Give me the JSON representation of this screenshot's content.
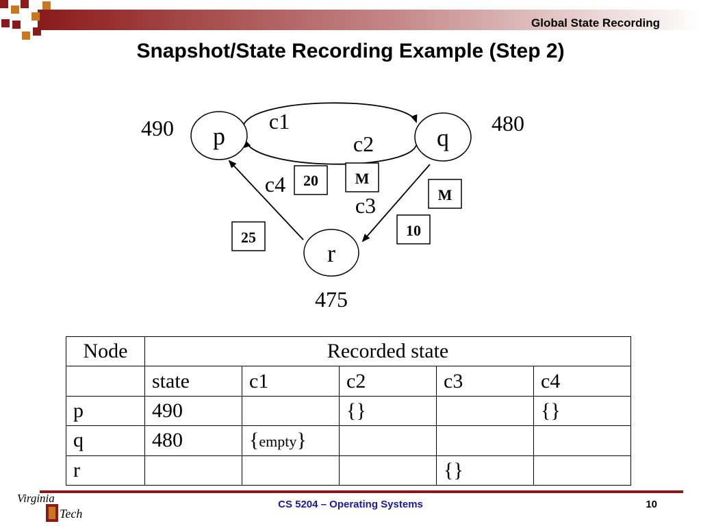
{
  "header": {
    "section_title": "Global State Recording",
    "slide_title": "Snapshot/State Recording Example (Step 2)"
  },
  "diagram": {
    "nodes": [
      {
        "id": "p",
        "label": "p",
        "value": "490"
      },
      {
        "id": "q",
        "label": "q",
        "value": "480"
      },
      {
        "id": "r",
        "label": "r",
        "value": "475"
      }
    ],
    "channels": [
      {
        "name": "c1",
        "from": "p",
        "to": "q"
      },
      {
        "name": "c2",
        "from": "q",
        "to": "p"
      },
      {
        "name": "c3",
        "from": "q",
        "to": "r"
      },
      {
        "name": "c4",
        "from": "r",
        "to": "p"
      }
    ],
    "messages": [
      {
        "id": "m20",
        "label": "20"
      },
      {
        "id": "mM1",
        "label": "M"
      },
      {
        "id": "mM2",
        "label": "M"
      },
      {
        "id": "m10",
        "label": "10"
      },
      {
        "id": "m25",
        "label": "25"
      }
    ]
  },
  "table": {
    "header": {
      "node": "Node",
      "recorded": "Recorded state"
    },
    "subheader": [
      "",
      "state",
      "c1",
      "c2",
      "c3",
      "c4"
    ],
    "rows": [
      {
        "node": "p",
        "state": "490",
        "c1": "",
        "c2": "{}",
        "c3": "",
        "c4": "{}"
      },
      {
        "node": "q",
        "state": "480",
        "c1_open": "{",
        "c1_empty": "empty",
        "c1_close": "}",
        "c2": "",
        "c3": "",
        "c4": ""
      },
      {
        "node": "r",
        "state": "",
        "c1": "",
        "c2": "",
        "c3": "{}",
        "c4": ""
      }
    ]
  },
  "footer": {
    "course": "CS 5204 – Operating Systems",
    "page": "10",
    "logo_top": "Virginia",
    "logo_bottom": "Tech"
  },
  "colors": {
    "maroon": "#8b1a1a",
    "orange": "#c8781e",
    "footer_text": "#1a1aa6"
  }
}
